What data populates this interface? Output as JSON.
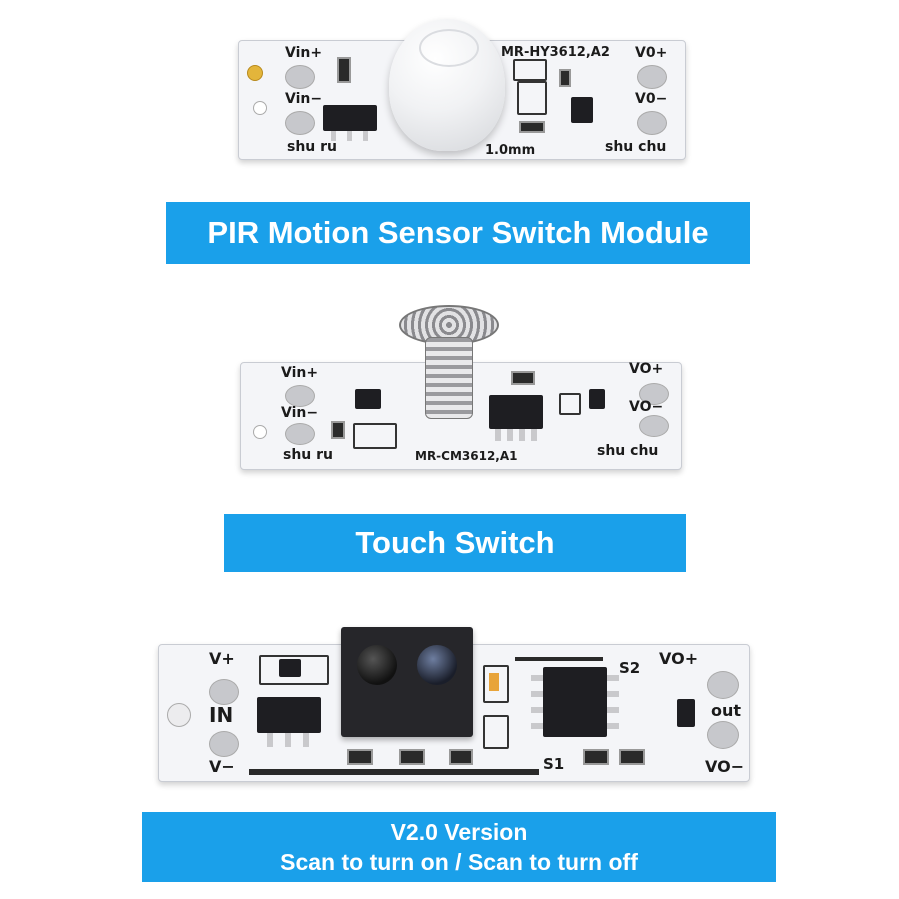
{
  "pir": {
    "banner": "PIR Motion Sensor Switch Module",
    "labels": {
      "vin_plus": "Vin+",
      "vin_minus": "Vin−",
      "vo_plus": "V0+",
      "vo_minus": "V0−",
      "model": "MR-HY3612,A2",
      "shu_ru": "shu ru",
      "thickness": "1.0mm",
      "shu_chu": "shu chu"
    }
  },
  "touch": {
    "banner": "Touch Switch",
    "labels": {
      "vin_plus": "Vin+",
      "vin_minus": "Vin−",
      "vo_plus": "VO+",
      "vo_minus": "VO−",
      "model": "MR-CM3612,A1",
      "shu_ru": "shu ru",
      "shu_chu": "shu chu"
    }
  },
  "scan": {
    "banner_line1": "V2.0 Version",
    "banner_line2": "Scan to turn on / Scan to turn off",
    "labels": {
      "v_plus": "V+",
      "in": "IN",
      "v_minus": "V−",
      "vo_plus": "VO+",
      "out": "out",
      "vo_minus": "VO−",
      "s1": "S1",
      "s2": "S2"
    }
  }
}
